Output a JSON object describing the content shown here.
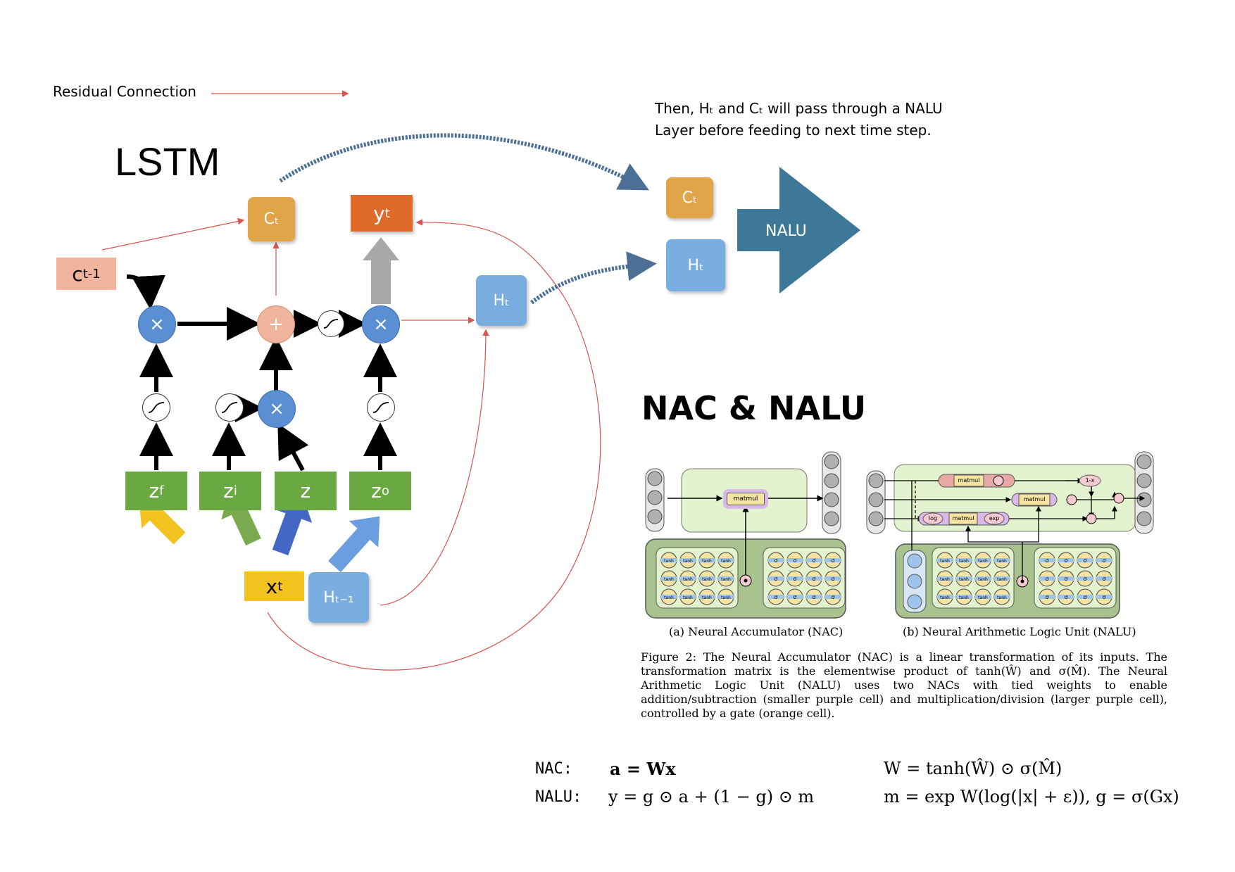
{
  "legend": {
    "residual_label": "Residual Connection"
  },
  "lstm": {
    "title": "LSTM",
    "c_prev": "c",
    "c_prev_sup": "t-1",
    "c_t": "Cₜ",
    "y_t": "y",
    "y_t_sup": "t",
    "h_t": "Hₜ",
    "h_prev": "Hₜ₋₁",
    "x_t": "x",
    "x_t_sup": "t",
    "gates": [
      {
        "base": "z",
        "sup": "f"
      },
      {
        "base": "z",
        "sup": "i"
      },
      {
        "base": "z",
        "sup": ""
      },
      {
        "base": "z",
        "sup": "o"
      }
    ],
    "mult_symbol": "×",
    "add_symbol": "+"
  },
  "note": {
    "line1": "Then, Hₜ and Cₜ will pass through a NALU",
    "line2": "Layer before feeding to next time step."
  },
  "nalu_block": {
    "c_t": "Cₜ",
    "h_t": "Hₜ",
    "arrow_label": "NALU"
  },
  "nac_nalu": {
    "title": "NAC & NALU",
    "matmul": "matmul",
    "tanh": "tanh",
    "sigma": "σ",
    "log": "log",
    "exp": "exp",
    "one_minus_x": "1-x",
    "sub_a": "(a) Neural Accumulator (NAC)",
    "sub_b": "(b) Neural Arithmetic Logic Unit (NALU)",
    "caption": "Figure 2: The Neural Accumulator (NAC) is a linear transformation of its inputs. The transformation matrix is the elementwise product of tanh(Ŵ) and σ(M̂). The Neural Arithmetic Logic Unit (NALU) uses two NACs with tied weights to enable addition/subtraction (smaller purple cell) and multiplication/division (larger purple cell), controlled by a gate (orange cell)."
  },
  "equations": {
    "nac_label": "NAC:",
    "nac_eq": "a = Wx",
    "nac_eq2": "W = tanh(Ŵ) ⊙ σ(M̂)",
    "nalu_label": "NALU:",
    "nalu_eq": "y = g ⊙ a + (1 − g) ⊙ m",
    "nalu_eq2": "m = exp W(log(|x| + ε)),  g = σ(Gx)"
  },
  "colors": {
    "blue_circle": "#5b8fd4",
    "orange_box": "#e0a548",
    "red_orange_box": "#df6a2a",
    "light_blue_box": "#7aaee0",
    "green_gate": "#6aa842",
    "salmon": "#f0b49c",
    "yellow": "#f2c21e",
    "navy_arrow": "#4b6f95",
    "teal_arrow": "#3d7898",
    "residual_red": "#d9534f",
    "nac_green": "#e4f3cf",
    "nac_dark_green": "#a9c38f"
  }
}
